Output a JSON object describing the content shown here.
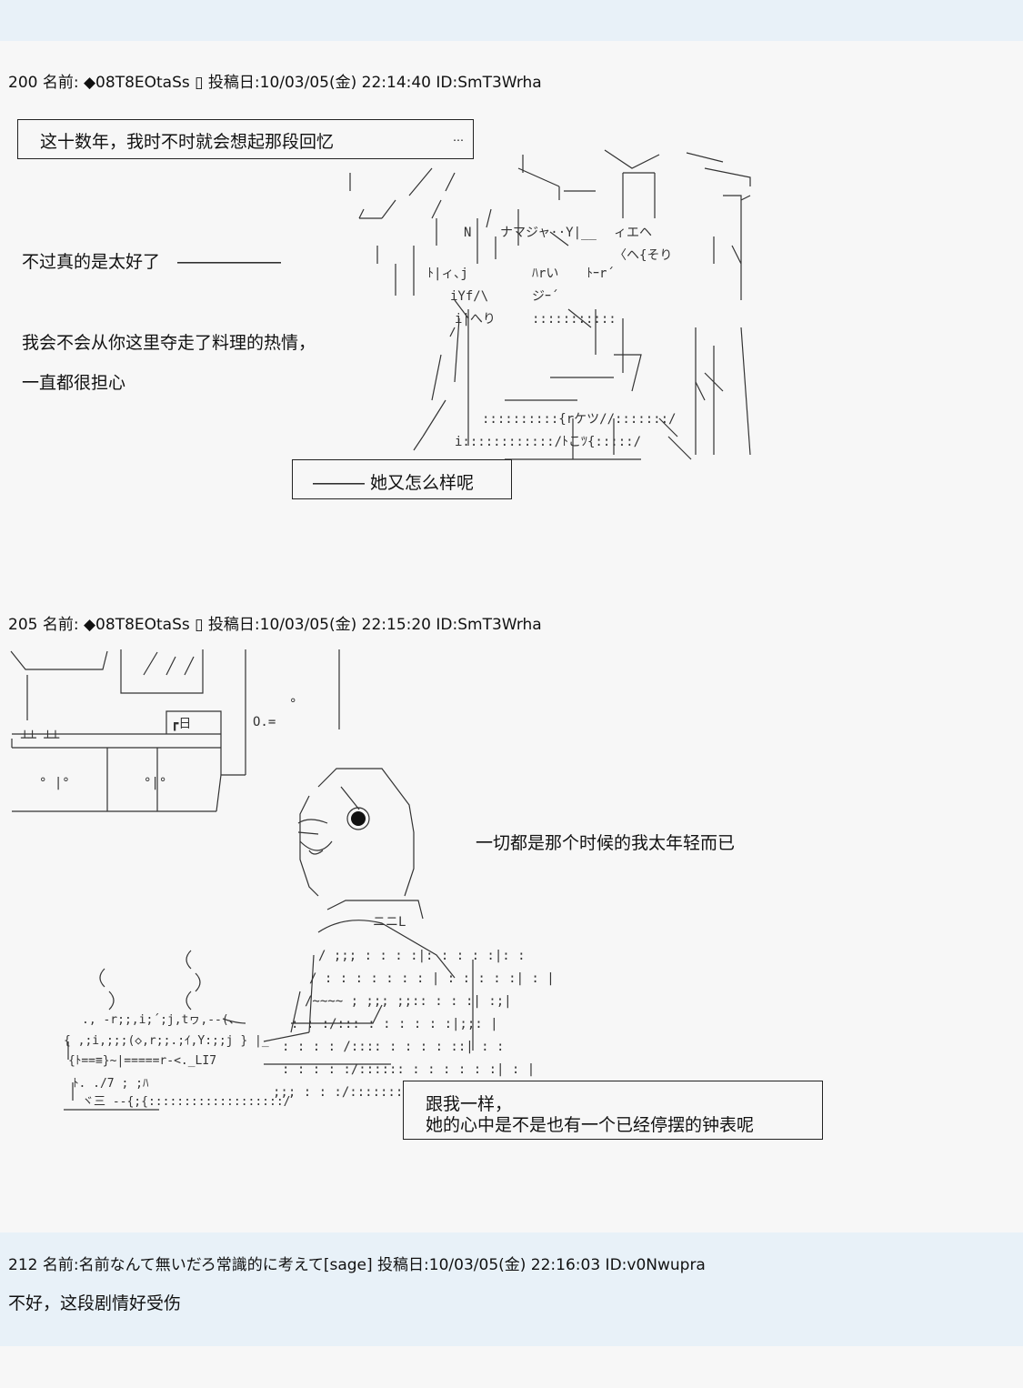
{
  "posts": [
    {
      "header": "200 名前: ◆08T8EOtaSs ▯ 投稿日:10/03/05(金) 22:14:40 ID:SmT3Wrha",
      "box1": "这十数年，我时不时就会想起那段回忆",
      "box1_dots": "…",
      "line1": "不过真的是太好了　――――――",
      "line2": "我会不会从你这里夺走了料理的热情，",
      "line3": "一直都很担心",
      "box2": "――― 她又怎么样呢"
    },
    {
      "header": "205 名前: ◆08T8EOtaSs ▯ 投稿日:10/03/05(金) 22:15:20 ID:SmT3Wrha",
      "line1": "一切都是那个时候的我太年轻而已",
      "box_line1": "跟我一样，",
      "box_line2": "她的心中是不是也有一个已经停摆的钟表呢"
    },
    {
      "header": "212 名前:名前なんて無いだろ常識的に考えて[sage] 投稿日:10/03/05(金) 22:16:03 ID:v0Nwupra",
      "body": "不好，这段剧情好受伤"
    }
  ]
}
